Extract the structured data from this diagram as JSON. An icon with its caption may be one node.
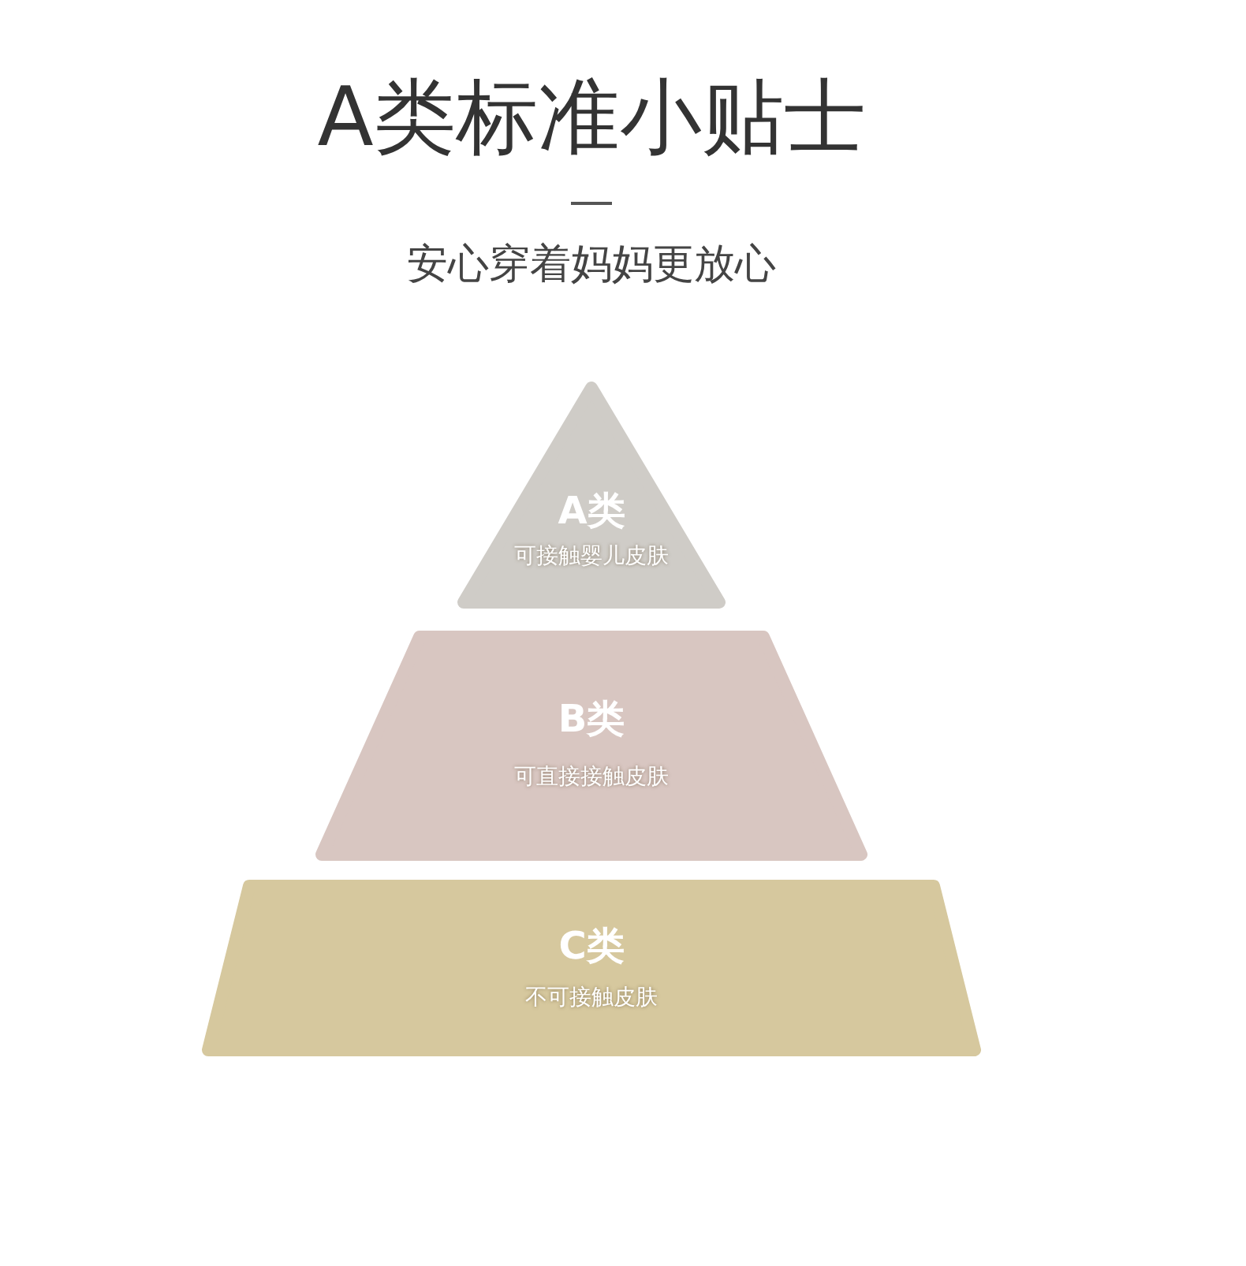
{
  "diagram": {
    "title": "A类标准小贴士",
    "nodes": [
      {
        "text": [
          "A类",
          "可接触婴儿皮肤"
        ]
      },
      {
        "text": [
          "B类",
          "可直接接触皮肤"
        ]
      },
      {
        "text": [
          "C类",
          "不可接触皮肤"
        ]
      }
    ],
    "labels": [
      "安心穿着妈妈更放心"
    ]
  }
}
